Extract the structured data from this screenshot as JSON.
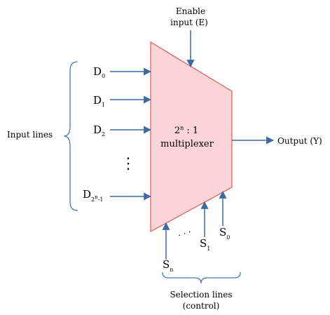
{
  "colors": {
    "block_fill": "#fad4d6",
    "block_stroke": "#e05a5a",
    "arrow": "#3e6aa0",
    "brace": "#4a77b4",
    "text": "#000000"
  },
  "enable": {
    "line1": "Enable",
    "line2": "input (E)"
  },
  "inputs": [
    {
      "letter": "D",
      "sub": "0"
    },
    {
      "letter": "D",
      "sub": "1"
    },
    {
      "letter": "D",
      "sub": "2"
    },
    {
      "letter": "D",
      "sub": "2",
      "sup": "n",
      "tail": "-1"
    }
  ],
  "input_dots": "⋮",
  "input_group_label": "Input lines",
  "block": {
    "line1_base": "2",
    "line1_sup": "n",
    "line1_rest": " : 1",
    "line2": "multiplexer"
  },
  "output_label": "Output (Y)",
  "selects": [
    {
      "letter": "S",
      "sub": "n"
    },
    {
      "letter": "S",
      "sub": "1"
    },
    {
      "letter": "S",
      "sub": "0"
    }
  ],
  "select_dots": "· · ·",
  "select_group": {
    "line1": "Selection lines",
    "line2": "(control)"
  }
}
